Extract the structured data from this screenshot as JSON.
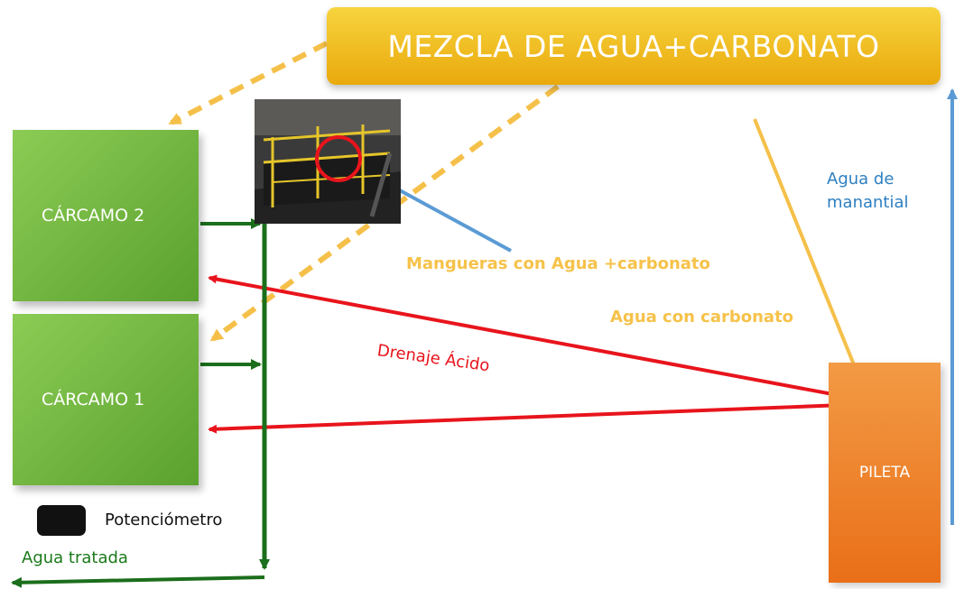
{
  "boxes": {
    "mezcla": "MEZCLA DE AGUA+CARBONATO",
    "carcamo2": "CÁRCAMO 2",
    "carcamo1": "CÁRCAMO 1",
    "pileta": "PILETA"
  },
  "labels": {
    "mangueras": "Mangueras con Agua +carbonato",
    "agua_carbonato": "Agua con carbonato",
    "agua_manantial_1": "Agua de",
    "agua_manantial_2": "manantial",
    "drenaje": "Drenaje Ácido",
    "agua_tratada": "Agua tratada"
  },
  "legend": {
    "potenciometro": "Potenciómetro"
  },
  "colors": {
    "green_box": "#6db33f",
    "mezcla": "#f0b726",
    "pileta": "#ef7b22",
    "red_arrow": "#e8141c",
    "green_arrow": "#1b6e1b",
    "blue_arrow": "#5b9bd5",
    "orange_dashed": "#f5c04a"
  }
}
